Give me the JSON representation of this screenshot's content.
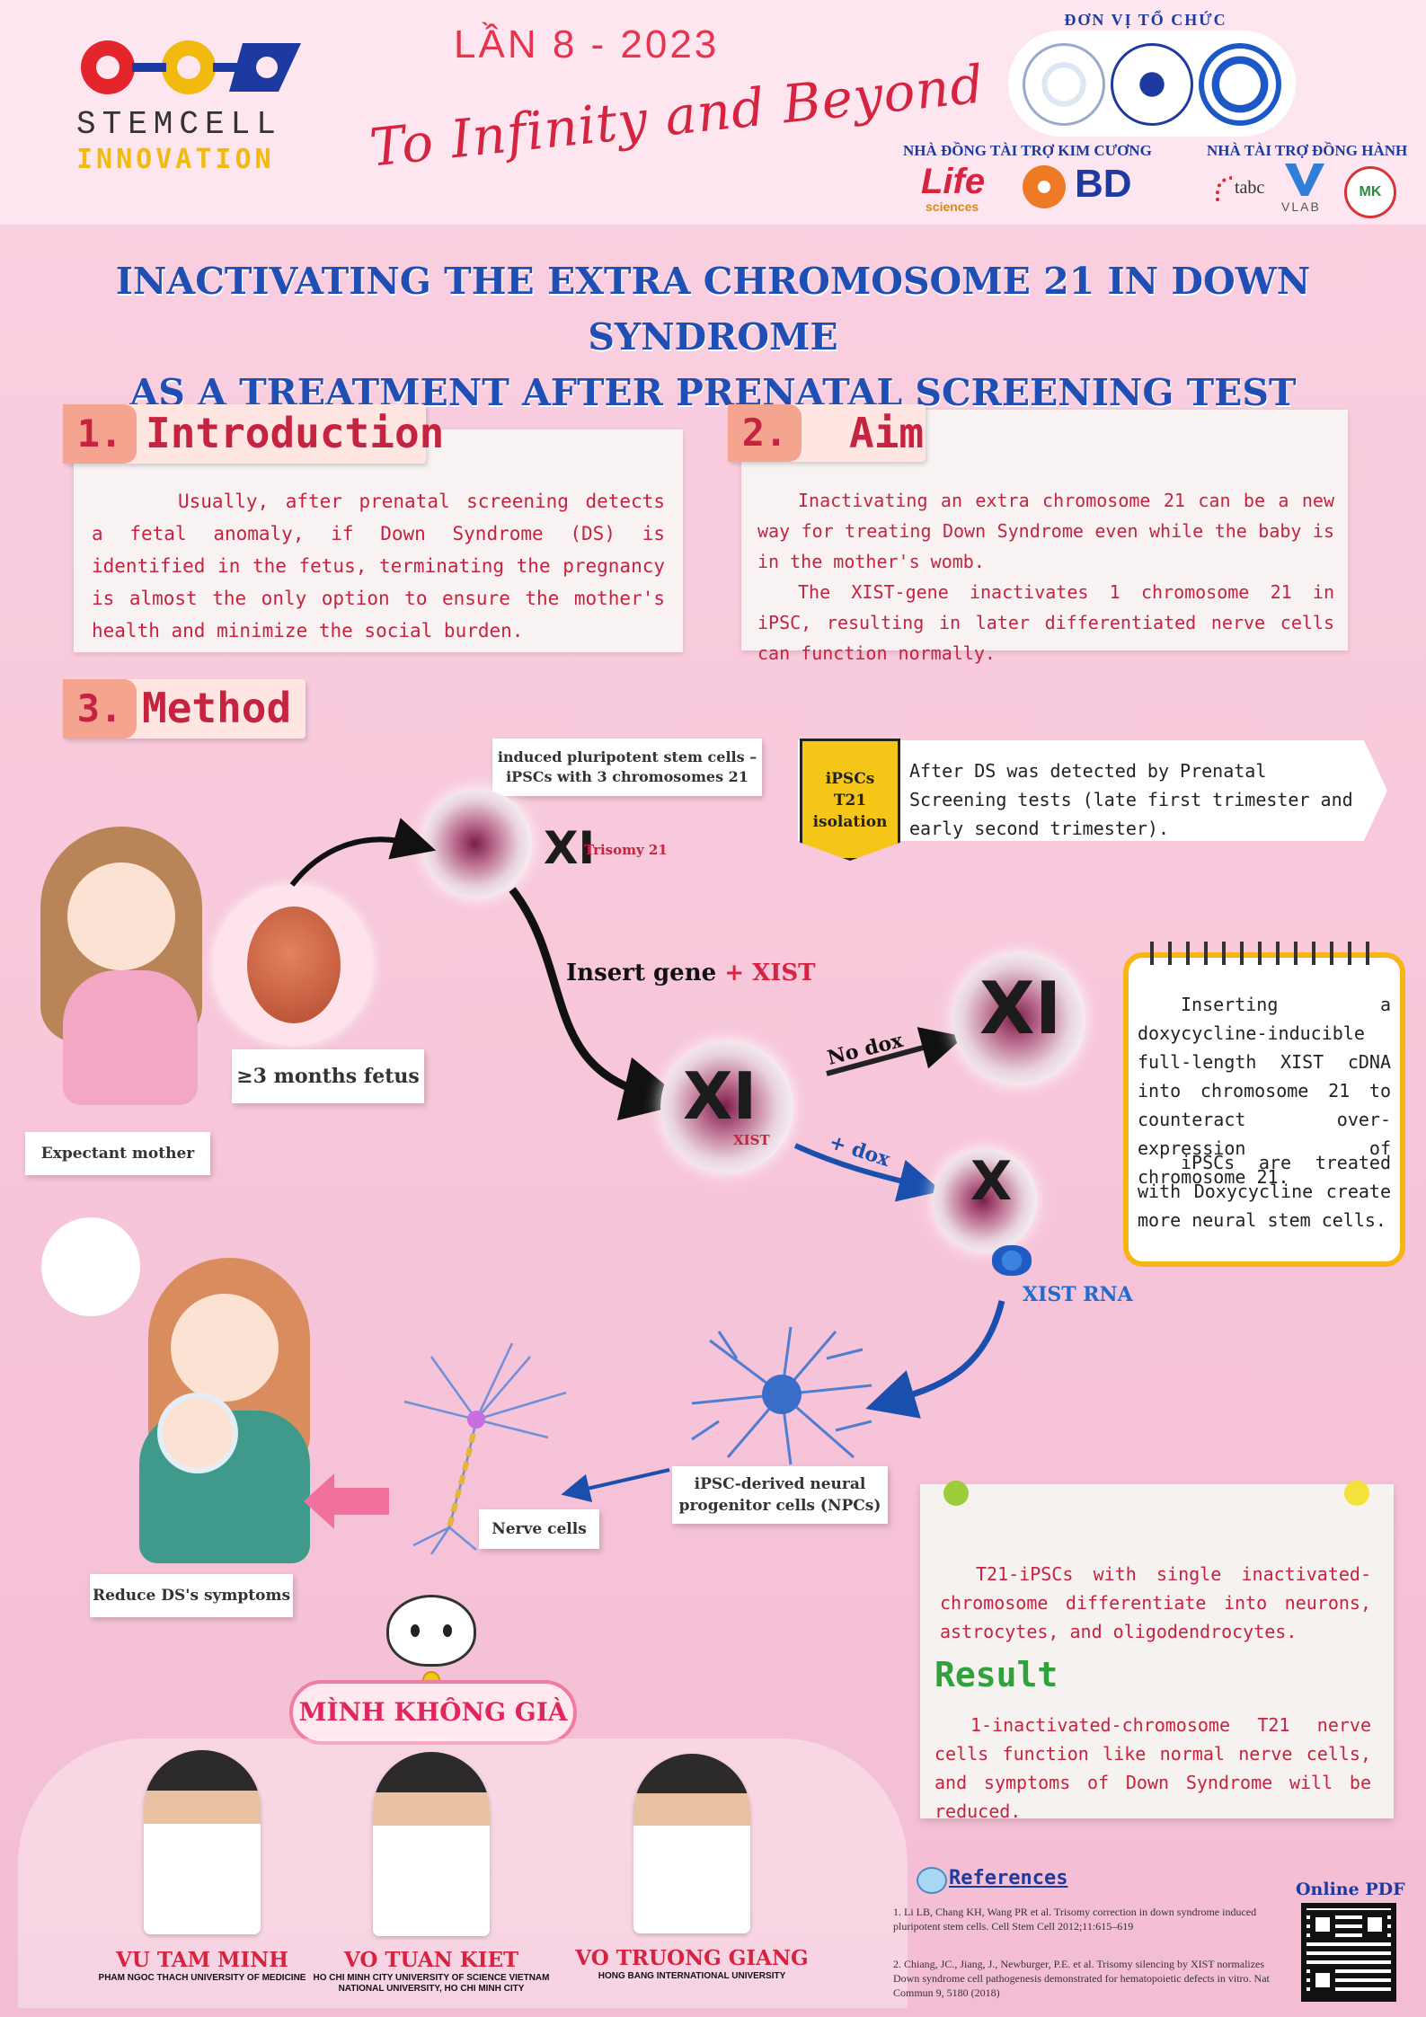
{
  "header": {
    "logo_line1": "STEMCELL",
    "logo_line2": "INNOVATION",
    "edition": "LẦN 8 - 2023",
    "slogan": "To Infinity and Beyond",
    "organizers_title": "ĐƠN VỊ TỔ CHỨC",
    "diamond_sponsor_title": "NHÀ ĐỒNG TÀI TRỢ KIM CƯƠNG",
    "companion_sponsor_title": "NHÀ TÀI TRỢ ĐỒNG HÀNH",
    "diamond_sponsors": [
      "Life",
      "sciences",
      "BD"
    ],
    "companion_sponsors": [
      "tabc",
      "VLAB",
      "MK"
    ]
  },
  "title": {
    "line1": "INACTIVATING THE EXTRA CHROMOSOME 21 IN DOWN SYNDROME",
    "line2": "AS A TREATMENT AFTER PRENATAL SCREENING TEST"
  },
  "introduction": {
    "number": "1.",
    "label": "Introduction",
    "text": "Usually, after prenatal screening detects a fetal anomaly, if Down Syndrome (DS) is identified in the fetus, terminating the pregnancy is almost the only option to ensure the mother's health and minimize the social burden."
  },
  "aim": {
    "number": "2.",
    "label": "Aim",
    "p1": "Inactivating an extra chromosome 21 can be a new way for treating  Down Syndrome even while the baby is in the mother's womb.",
    "p2": "The XIST-gene inactivates 1 chromosome 21 in iPSC, resulting in later differentiated nerve cells can function normally."
  },
  "method": {
    "number": "3.",
    "label": "Method",
    "ipsc_label": "induced pluripotent stem cells – iPSCs with 3 chromosomes 21",
    "trisomy": "Trisomy 21",
    "isolation_badge": "iPSCs T21 isolation",
    "isolation_text": "After DS was detected by Prenatal  Screening tests (late first trimester and early second trimester).",
    "fetus_label": "≥3 months fetus",
    "mother_label": "Expectant mother",
    "insert_gene": "Insert gene",
    "insert_xist": "+ XIST",
    "xist_small": "XIST",
    "no_dox": "No dox",
    "plus_dox": "+ dox",
    "xist_rna": "XIST RNA",
    "chrom_xi": "XI",
    "chrom_x": "X",
    "notebook_p1": "Inserting a doxycycline-inducible full-length XIST cDNA into chromosome 21 to counteract over-expression of chromosome 21.",
    "notebook_p2": "iPSCs are treated with Doxycycline create more neural stem cells.",
    "npc_label": "iPSC-derived neural progenitor cells (NPCs)",
    "nerve_label": "Nerve cells",
    "reduce_label": "Reduce DS's symptoms"
  },
  "result": {
    "p1": "T21-iPSCs with single inactivated-chromosome differentiate into neurons, astrocytes, and oligodendrocytes.",
    "title": "Result",
    "p2": "1-inactivated-chromosome T21 nerve cells function like normal nerve cells, and symptoms of Down Syndrome will be reduced."
  },
  "team": {
    "name": "MÌNH KHÔNG GIÀ",
    "members": [
      {
        "name": "VU TAM MINH",
        "uni": "PHAM NGOC THACH UNIVERSITY OF MEDICINE"
      },
      {
        "name": "VO TUAN KIET",
        "uni": "HO CHI MINH CITY UNIVERSITY OF SCIENCE VIETNAM NATIONAL UNIVERSITY, HO CHI MINH CITY"
      },
      {
        "name": "VO TRUONG GIANG",
        "uni": "HONG BANG INTERNATIONAL UNIVERSITY"
      }
    ]
  },
  "references": {
    "title": "References",
    "items": [
      "1.   Li LB, Chang KH, Wang PR et al. Trisomy correction in down syndrome induced pluripotent stem cells. Cell Stem Cell  2012;11:615–619",
      "2.   Chiang, JC., Jiang, J., Newburger, P.E. et al. Trisomy silencing by XIST normalizes Down syndrome cell pathogenesis demonstrated for hematopoietic defects in vitro. Nat Commun 9, 5180 (2018)"
    ],
    "online_pdf": "Online PDF"
  },
  "colors": {
    "title_blue": "#1f4fb4",
    "text_red": "#c5233f",
    "result_green": "#2fa23c",
    "highlight_yellow": "#f7b417",
    "arrow_blue": "#1a4fae"
  }
}
